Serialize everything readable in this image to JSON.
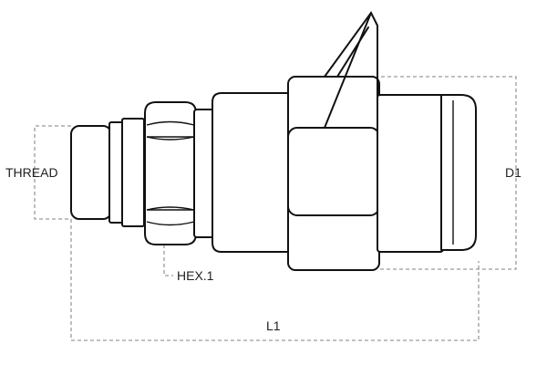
{
  "labels": {
    "thread": "THREAD",
    "hex": "HEX.1",
    "length": "L1",
    "diameter": "D1"
  },
  "colors": {
    "outline": "#111111",
    "dimension_line": "#9a9a9a",
    "text": "#222222",
    "background": "#ffffff"
  }
}
